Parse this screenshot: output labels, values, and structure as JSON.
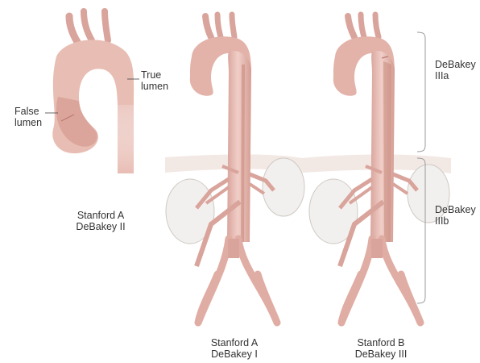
{
  "labels": {
    "true_lumen_line1": "True",
    "true_lumen_line2": "lumen",
    "false_lumen_line1": "False",
    "false_lumen_line2": "lumen"
  },
  "panels": [
    {
      "line1": "Stanford A",
      "line2": "DeBakey II"
    },
    {
      "line1": "Stanford A",
      "line2": "DeBakey I"
    },
    {
      "line1": "Stanford B",
      "line2": "DeBakey III"
    }
  ],
  "brackets": {
    "upper_line1": "DeBakey",
    "upper_line2": "IIIa",
    "lower_line1": "DeBakey",
    "lower_line2": "IIIb"
  },
  "colors": {
    "vessel": "#e7bdb5",
    "vessel_dark": "#c98a80",
    "lumen": "#f6e2dc",
    "kidney": "#f2f0ee",
    "kidney_edge": "#cfc9c4",
    "diaphragm": "#efe2dc",
    "bracket": "#9a9a9a",
    "text": "#333333"
  }
}
